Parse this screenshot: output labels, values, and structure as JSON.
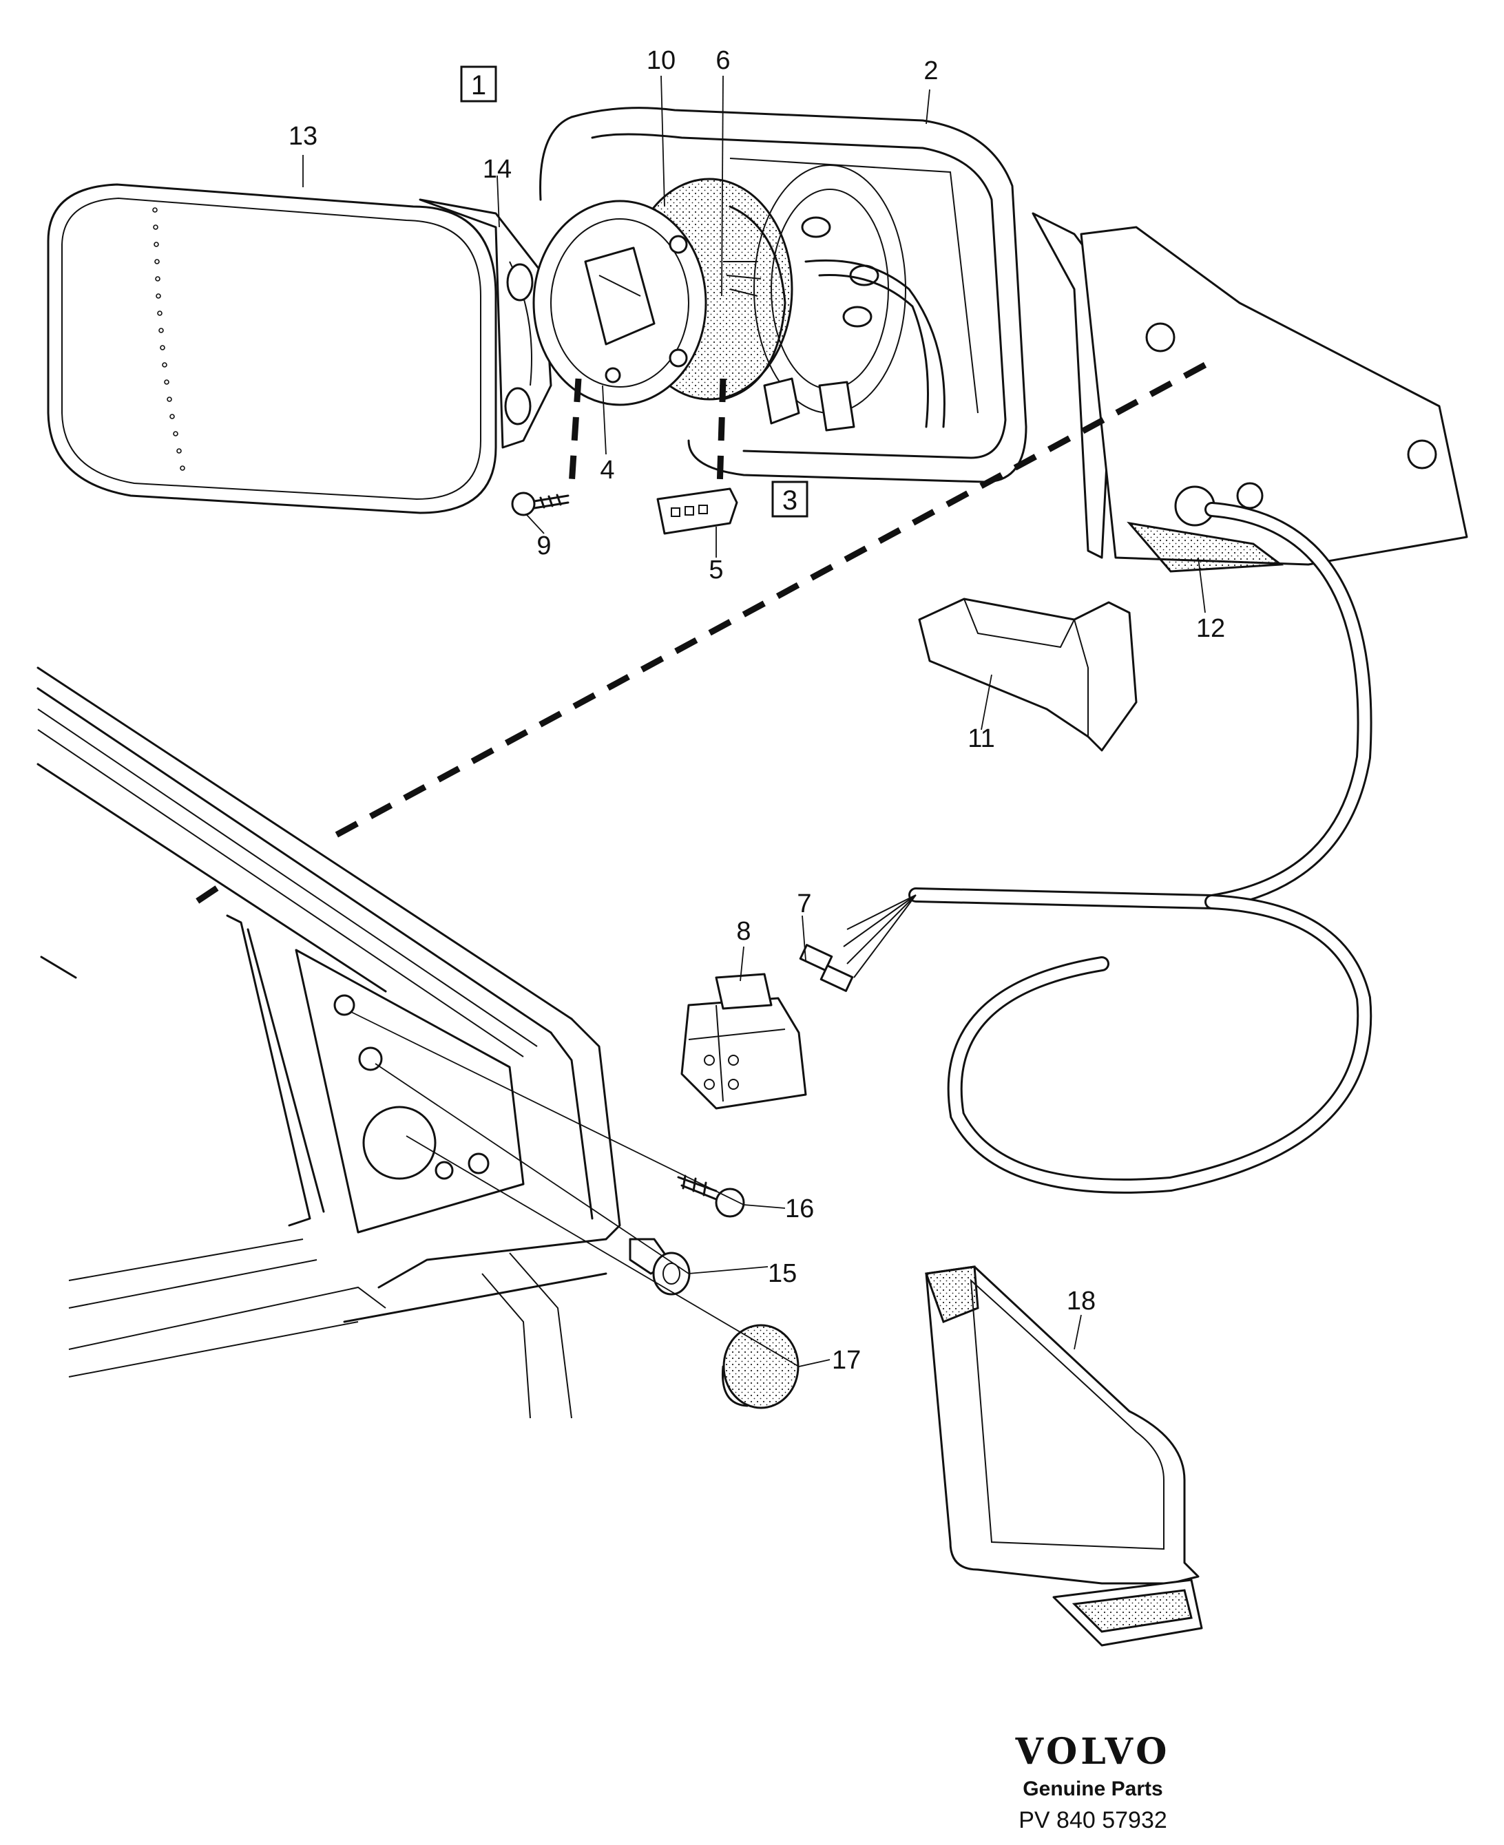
{
  "diagram": {
    "callouts": {
      "c1": "1",
      "c2": "2",
      "c3": "3",
      "c4": "4",
      "c5": "5",
      "c6": "6",
      "c7": "7",
      "c8": "8",
      "c9": "9",
      "c10": "10",
      "c11": "11",
      "c12": "12",
      "c13": "13",
      "c14": "14",
      "c15": "15",
      "c16": "16",
      "c17": "17",
      "c18": "18"
    }
  },
  "footer": {
    "brand": "VOLVO",
    "subtitle": "Genuine Parts",
    "code": "PV 840 57932"
  }
}
